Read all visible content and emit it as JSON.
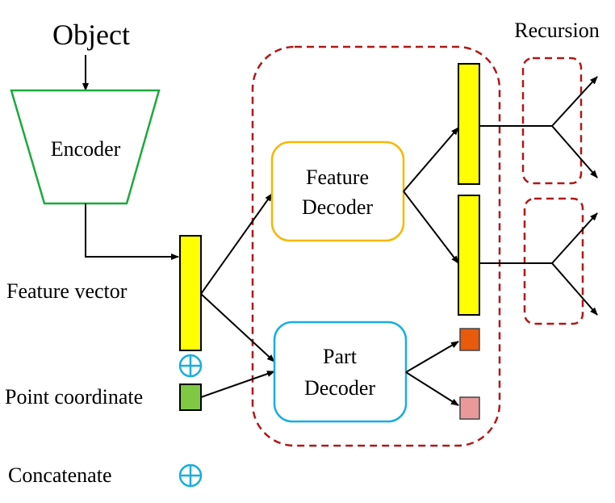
{
  "labels": {
    "object": "Object",
    "recursion": "Recursion",
    "encoder": "Encoder",
    "feature_decoder_line1": "Feature",
    "feature_decoder_line2": "Decoder",
    "part_decoder_line1": "Part",
    "part_decoder_line2": "Decoder",
    "feature_vector": "Feature vector",
    "point_coordinate": "Point coordinate",
    "concatenate": "Concatenate"
  },
  "colors": {
    "encoder_border": "#1aaa3c",
    "feature_decoder_border": "#f5b800",
    "part_decoder_border": "#19aee0",
    "feature_vector_fill": "#ffff00",
    "point_coordinate_fill": "#7fc844",
    "output_part_1": "#e85a0c",
    "output_part_2": "#e89a9a",
    "dashed_region": "#b01818",
    "concat_symbol": "#19aee0"
  },
  "icons": {
    "concat": "circle-plus-icon"
  }
}
